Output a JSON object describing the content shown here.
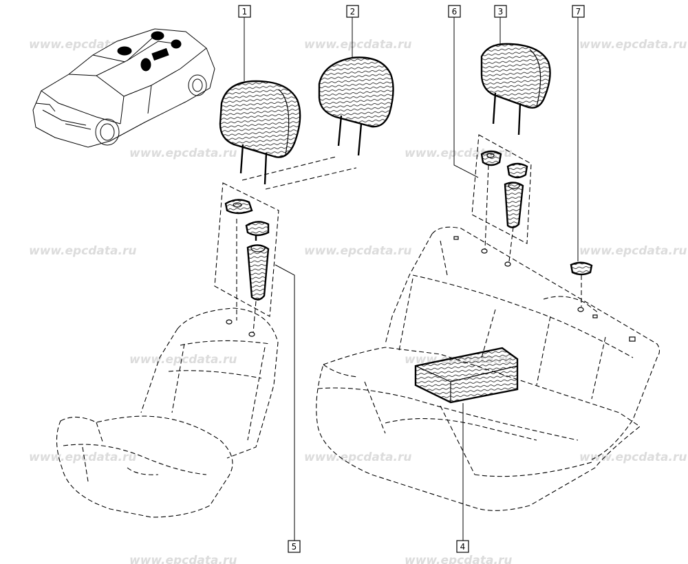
{
  "watermark": {
    "text": "www.epcdata.ru"
  },
  "callouts": [
    {
      "id": "c1",
      "label": "1"
    },
    {
      "id": "c2",
      "label": "2"
    },
    {
      "id": "c3",
      "label": "3"
    },
    {
      "id": "c4",
      "label": "4"
    },
    {
      "id": "c5",
      "label": "5"
    },
    {
      "id": "c6",
      "label": "6"
    },
    {
      "id": "c7",
      "label": "7"
    }
  ],
  "colors": {
    "line": "#000000",
    "watermark": "#dcdcdc",
    "background": "#ffffff"
  }
}
